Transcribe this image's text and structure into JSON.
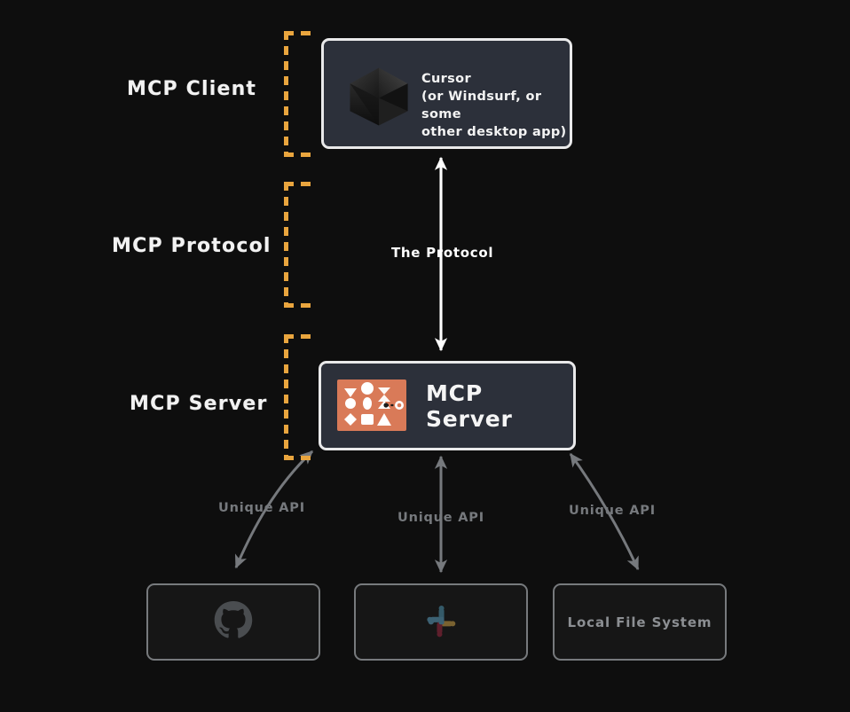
{
  "diagram": {
    "background_color": "#0e0e0e",
    "accent_bracket_color": "#e9a53e",
    "card_fill_color": "#2c303a",
    "card_border_color": "#e9e9ea",
    "ghost_border_color": "#777a7d",
    "arrow_white_color": "#ffffff",
    "arrow_grey_color": "#76797d",
    "mcp_icon_color": "#d97a58"
  },
  "tiers": [
    {
      "id": "client",
      "label": "MCP Client"
    },
    {
      "id": "protocol",
      "label": "MCP Protocol"
    },
    {
      "id": "server",
      "label": "MCP Server"
    }
  ],
  "client_card": {
    "logo_name": "cursor-cube-logo",
    "title": "Cursor",
    "subtitle_line1": "(or Windsurf, or some",
    "subtitle_line2": "other desktop app)"
  },
  "protocol": {
    "arrow_label": "The Protocol",
    "arrow_direction": "bidirectional"
  },
  "server_card": {
    "icon_name": "mcp-logo",
    "title": "MCP Server"
  },
  "connections": [
    {
      "id": "left",
      "label": "Unique API",
      "target": "github"
    },
    {
      "id": "middle",
      "label": "Unique API",
      "target": "slack"
    },
    {
      "id": "right",
      "label": "Unique API",
      "target": "local-file-system"
    }
  ],
  "services": [
    {
      "id": "github",
      "icon_name": "github-icon",
      "label": ""
    },
    {
      "id": "slack",
      "icon_name": "slack-icon",
      "label": ""
    },
    {
      "id": "local-file-system",
      "icon_name": "",
      "label": "Local File System"
    }
  ]
}
